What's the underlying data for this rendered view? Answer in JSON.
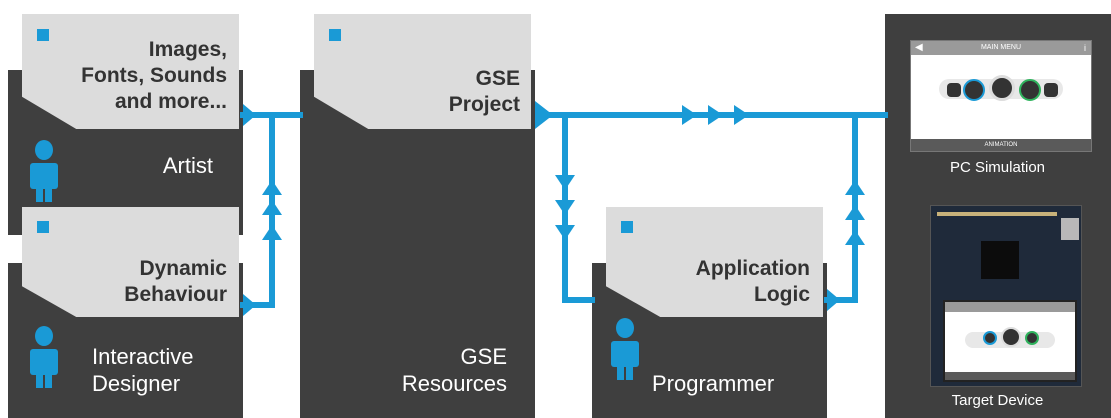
{
  "blocks": {
    "artist": {
      "title": "Images,\nFonts, Sounds\nand more...",
      "role": "Artist"
    },
    "designer": {
      "title": "Dynamic\nBehaviour",
      "role": "Interactive\nDesigner"
    },
    "gse": {
      "title": "GSE\nProject",
      "role": "GSE\nResources"
    },
    "programmer": {
      "title": "Application\nLogic",
      "role": "Programmer"
    }
  },
  "outputs": {
    "pc": {
      "label": "PC Simulation",
      "screen_title": "MAIN MENU",
      "screen_footer": "ANIMATION"
    },
    "device": {
      "label": "Target Device"
    }
  },
  "colors": {
    "accent": "#1a9ad6",
    "dark": "#3f3f3f",
    "tab": "#dcdcdc"
  }
}
